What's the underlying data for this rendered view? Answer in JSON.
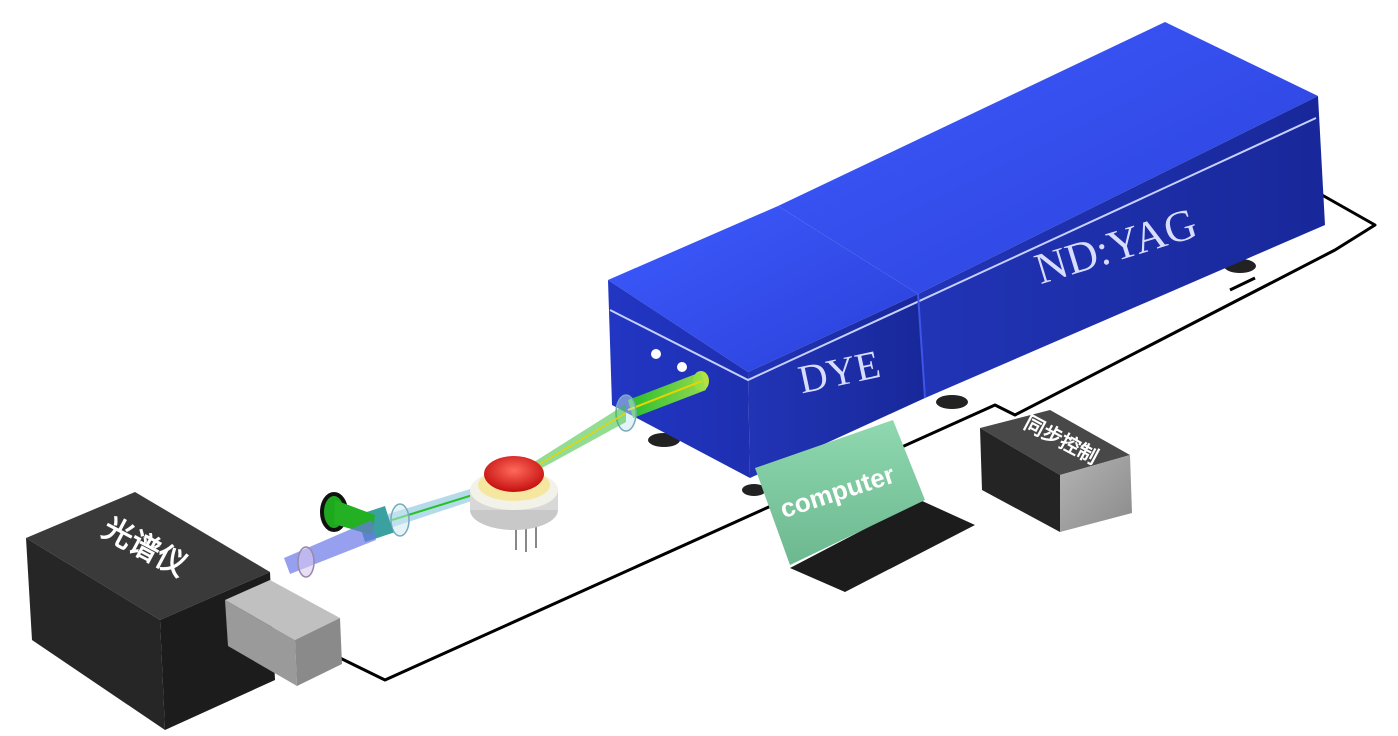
{
  "labels": {
    "nd_yag": "ND:YAG",
    "dye": "DYE",
    "computer": "computer",
    "sync_control": "同步控制",
    "spectrometer": "光谱仪"
  },
  "colors": {
    "laser_blue": "#2a3fd6",
    "laser_top": "#3b55f0",
    "laser_side_dark": "#1a2aa8",
    "spectrometer": "#2b2b2b",
    "sync_box": "#2e2e2e",
    "computer_screen": "#7fcaa0",
    "computer_base": "#1e1e1e",
    "cable": "#000000",
    "beam_green": "#22c322",
    "beam_yellow": "#e8d400",
    "beam_blue": "#6b78e8",
    "sample_red": "#e01818"
  },
  "icons": [
    "cable-line",
    "optical-lens",
    "sample-holder",
    "laser-output-port"
  ]
}
